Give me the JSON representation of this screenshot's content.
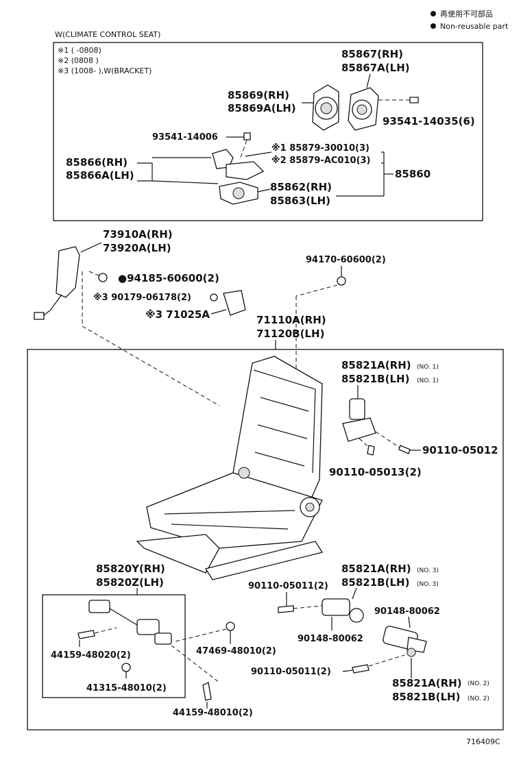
{
  "legend": {
    "jp": "再使用不可部品",
    "en": "Non-reusable part"
  },
  "climate_box": {
    "title": "W(CLIMATE CONTROL SEAT)",
    "notes": [
      "※1 (      -0808)",
      "※2 (0808        )",
      "※3 (1008-        ),W(BRACKET)"
    ]
  },
  "labels": {
    "p85867": "85867(RH)",
    "p85867a": "85867A(LH)",
    "p85869": "85869(RH)",
    "p85869a": "85869A(LH)",
    "p93541_14035": "93541-14035(6)",
    "p93541_14006": "93541-14006",
    "p85879_30010": "※1 85879-30010(3)",
    "p85879_ac010": "※2 85879-AC010(3)",
    "p85866": "85866(RH)",
    "p85866a": "85866A(LH)",
    "p85860": "85860",
    "p85862": "85862(RH)",
    "p85863": "85863(LH)",
    "p73910a": "73910A(RH)",
    "p73920a": "73920A(LH)",
    "p94170": "94170-60600(2)",
    "p94185": "●94185-60600(2)",
    "p90179": "※3 90179-06178(2)",
    "p71025a": "※3 71025A",
    "p71110a": "71110A(RH)",
    "p71120b": "71120B(LH)",
    "p85821a_1": "85821A(RH)",
    "p85821b_1": "85821B(LH)",
    "no1": "(NO. 1)",
    "p90110_05012": "90110-05012",
    "p90110_05013": "90110-05013(2)",
    "p85820y": "85820Y(RH)",
    "p85820z": "85820Z(LH)",
    "p85821a_3": "85821A(RH)",
    "p85821b_3": "85821B(LH)",
    "no3": "(NO. 3)",
    "p90110_05011a": "90110-05011(2)",
    "p90148_a": "90148-80062",
    "p90148_b": "90148-80062",
    "p44159_a": "44159-48020(2)",
    "p47469": "47469-48010(2)",
    "p41315": "41315-48010(2)",
    "p90110_05011b": "90110-05011(2)",
    "p85821a_2": "85821A(RH)",
    "p85821b_2": "85821B(LH)",
    "no2": "(NO. 2)",
    "p44159_b": "44159-48010(2)",
    "footer": "716409C"
  }
}
